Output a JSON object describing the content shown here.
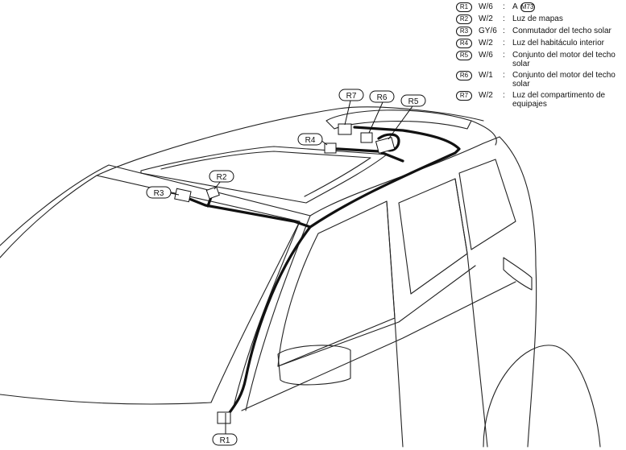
{
  "legend": [
    {
      "id": "R1",
      "wire": "W/6",
      "desc": "A",
      "ref": "M73"
    },
    {
      "id": "R2",
      "wire": "W/2",
      "desc": "Luz de mapas"
    },
    {
      "id": "R3",
      "wire": "GY/6",
      "desc": "Conmutador del techo solar"
    },
    {
      "id": "R4",
      "wire": "W/2",
      "desc": "Luz del habitáculo interior"
    },
    {
      "id": "R5",
      "wire": "W/6",
      "desc": "Conjunto del motor del techo solar"
    },
    {
      "id": "R6",
      "wire": "W/1",
      "desc": "Conjunto del motor del techo solar"
    },
    {
      "id": "R7",
      "wire": "W/2",
      "desc": "Luz del compartimento de equipajes"
    }
  ],
  "callouts": {
    "r1": "R1",
    "r2": "R2",
    "r3": "R3",
    "r4": "R4",
    "r5": "R5",
    "r6": "R6",
    "r7": "R7"
  },
  "colon": ":"
}
